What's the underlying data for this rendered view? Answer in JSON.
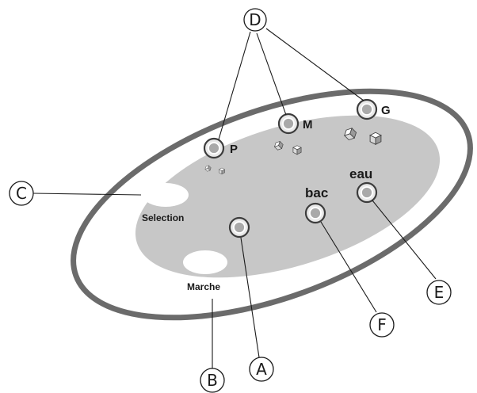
{
  "panel": {
    "label_p": "P",
    "label_m": "M",
    "label_g": "G",
    "label_eau": "eau",
    "label_bac": "bac",
    "label_selection": "Selection",
    "label_marche": "Marche"
  },
  "callouts": {
    "a": "A",
    "b": "B",
    "c": "C",
    "d": "D",
    "e": "E",
    "f": "F"
  },
  "colors": {
    "panel_fill": "#c7c7c7",
    "rim_stroke": "#6b6b6b",
    "text": "#1a1a1a"
  }
}
